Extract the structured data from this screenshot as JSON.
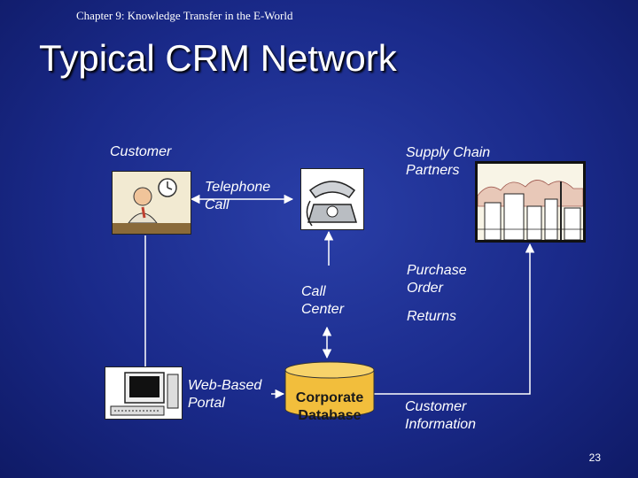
{
  "header": {
    "chapter": "Chapter 9: Knowledge Transfer in the E-World",
    "title": "Typical CRM Network"
  },
  "nodes": {
    "customer": "Customer",
    "supply_chain_line1": "Supply Chain",
    "supply_chain_line2": "Partners",
    "telephone_line1": "Telephone",
    "telephone_line2": "Call",
    "call_center_line1": "Call",
    "call_center_line2": "Center",
    "web_portal_line1": "Web-Based",
    "web_portal_line2": "Portal",
    "database_line1": "Corporate",
    "database_line2": "Database",
    "purchase_line1": "Purchase",
    "purchase_line2": "Order",
    "returns": "Returns",
    "customer_info_line1": "Customer",
    "customer_info_line2": "Information"
  },
  "footer": {
    "page_number": "23"
  }
}
